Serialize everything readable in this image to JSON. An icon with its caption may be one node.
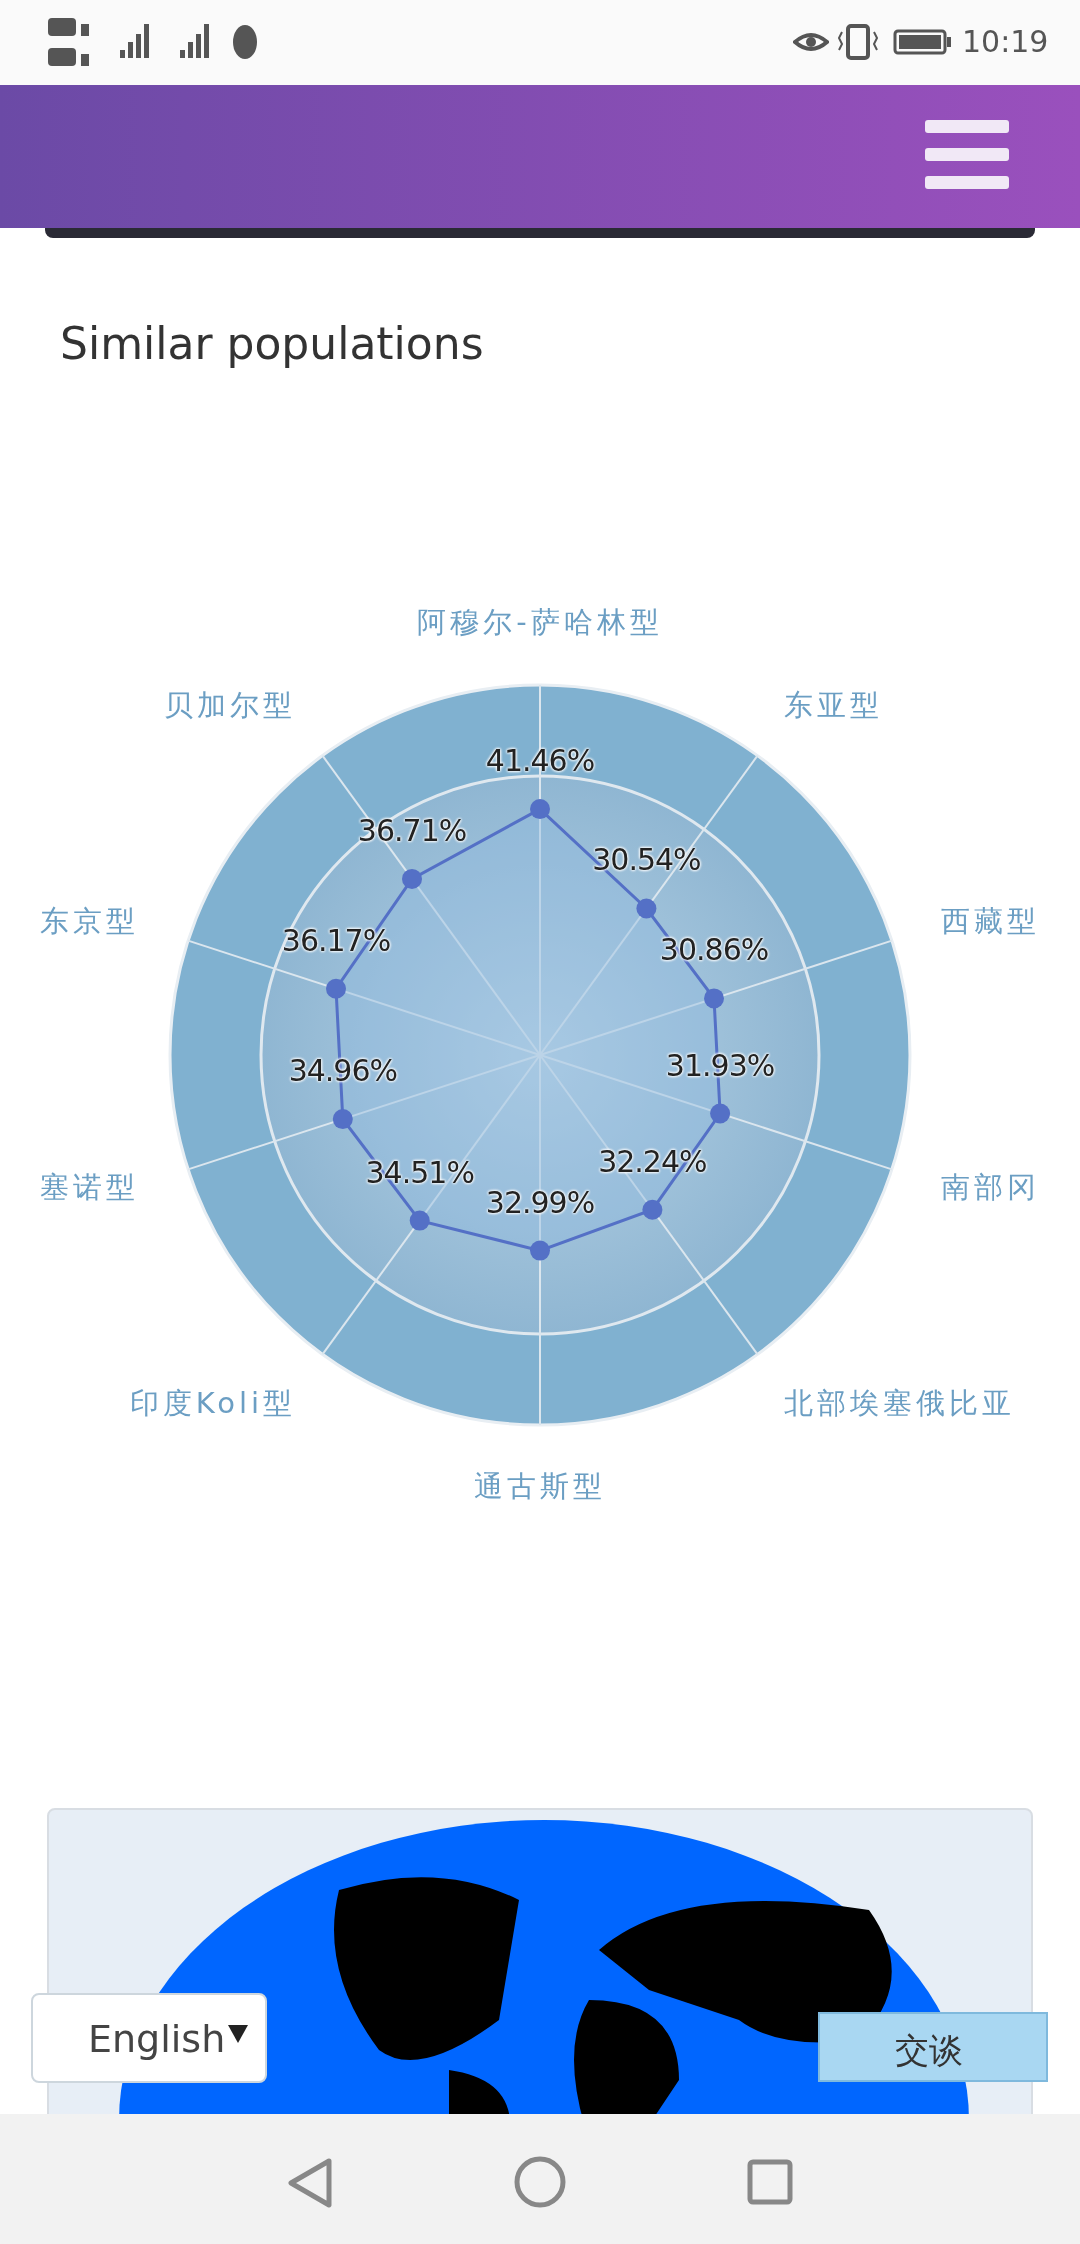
{
  "diagram": {
    "title": "Similar populations",
    "labels": [
      "10:19",
      "阿穆尔-萨哈林型",
      "东亚型",
      "西藏型",
      "南部冈",
      "北部埃塞俄比亚",
      "通古斯型",
      "印度Koli型",
      "塞诺型",
      "东京型",
      "贝加尔型",
      "41.46%",
      "30.54%",
      "30.86%",
      "31.93%",
      "32.24%",
      "32.99%",
      "34.51%",
      "34.96%",
      "36.17%",
      "36.71%",
      "English",
      "交谈"
    ]
  }
}
